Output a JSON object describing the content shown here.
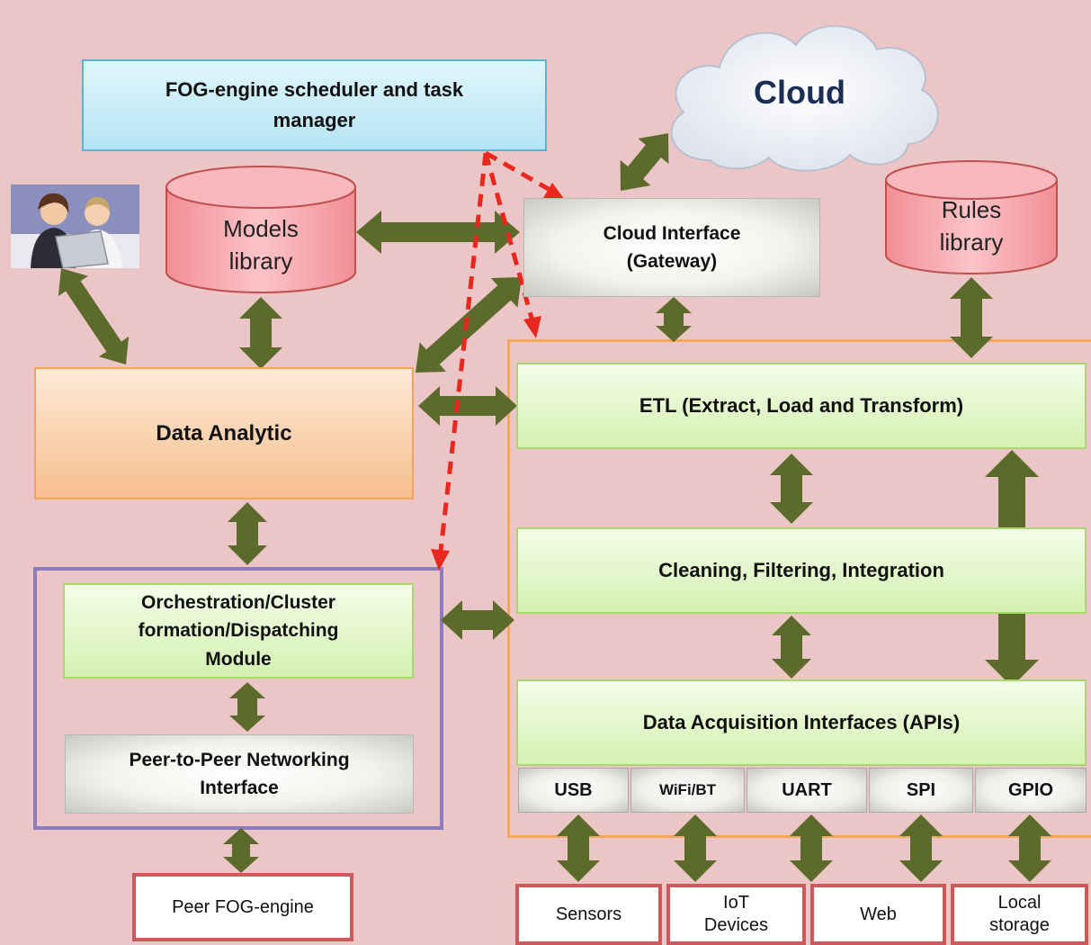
{
  "scheduler": {
    "line1": "FOG-engine scheduler and task",
    "line2": "manager"
  },
  "cloud": {
    "label": "Cloud"
  },
  "cloud_interface": {
    "line1": "Cloud Interface",
    "line2": "(Gateway)"
  },
  "models_library": {
    "line1": "Models",
    "line2": "library"
  },
  "rules_library": {
    "line1": "Rules",
    "line2": "library"
  },
  "data_analytic": {
    "label": "Data Analytic"
  },
  "etl": {
    "label": "ETL (Extract, Load and Transform)"
  },
  "cleaning": {
    "label": "Cleaning, Filtering, Integration"
  },
  "acquisition": {
    "label": "Data Acquisition Interfaces (APIs)"
  },
  "orchestration": {
    "line1": "Orchestration/Cluster",
    "line2": "formation/Dispatching",
    "line3": "Module"
  },
  "p2p": {
    "line1": "Peer-to-Peer Networking",
    "line2": "Interface"
  },
  "peer_fog": {
    "label": "Peer FOG-engine"
  },
  "ports": {
    "usb": "USB",
    "wifi": "WiFi/BT",
    "uart": "UART",
    "spi": "SPI",
    "gpio": "GPIO"
  },
  "sources": {
    "sensors": "Sensors",
    "iot_line1": "IoT",
    "iot_line2": "Devices",
    "web": "Web",
    "local_line1": "Local",
    "local_line2": "storage"
  },
  "colors": {
    "background": "#ecc5c7",
    "arrow_green": "#5c6b2c",
    "dashed_red": "#e8281e",
    "etl_frame": "#f4a75b",
    "orchestration_frame": "#8e7bbd",
    "cylinder_fill": "#f4a7ad"
  },
  "icons": {
    "users": "people-at-laptop-icon"
  }
}
